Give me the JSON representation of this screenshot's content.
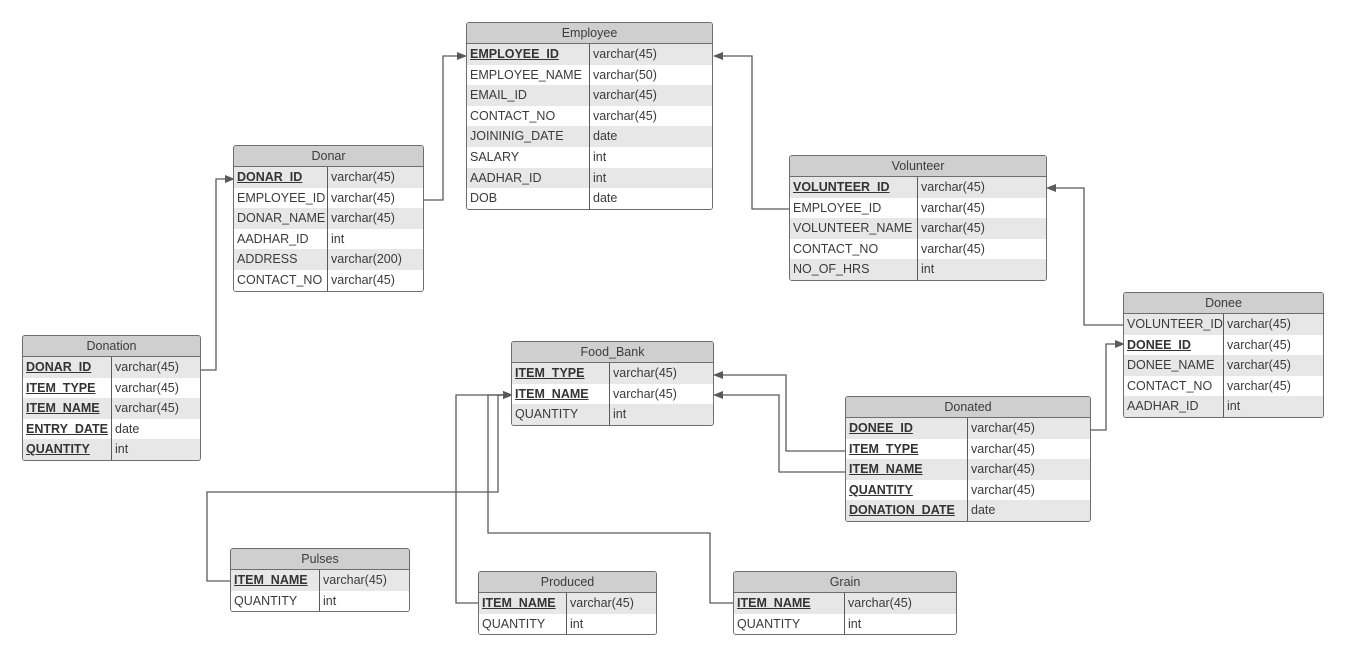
{
  "entities": [
    {
      "key": "employee",
      "title": "Employee",
      "fields": [
        {
          "name": "EMPLOYEE_ID",
          "type": "varchar(45)",
          "key": true
        },
        {
          "name": "EMPLOYEE_NAME",
          "type": "varchar(50)",
          "key": false
        },
        {
          "name": "EMAIL_ID",
          "type": "varchar(45)",
          "key": false
        },
        {
          "name": "CONTACT_NO",
          "type": "varchar(45)",
          "key": false
        },
        {
          "name": "JOININIG_DATE",
          "type": "date",
          "key": false
        },
        {
          "name": "SALARY",
          "type": "int",
          "key": false
        },
        {
          "name": "AADHAR_ID",
          "type": "int",
          "key": false
        },
        {
          "name": "DOB",
          "type": "date",
          "key": false
        }
      ]
    },
    {
      "key": "donar",
      "title": "Donar",
      "fields": [
        {
          "name": "DONAR_ID",
          "type": "varchar(45)",
          "key": true
        },
        {
          "name": "EMPLOYEE_ID",
          "type": "varchar(45)",
          "key": false
        },
        {
          "name": "DONAR_NAME",
          "type": "varchar(45)",
          "key": false
        },
        {
          "name": "AADHAR_ID",
          "type": "int",
          "key": false
        },
        {
          "name": "ADDRESS",
          "type": "varchar(200)",
          "key": false
        },
        {
          "name": "CONTACT_NO",
          "type": "varchar(45)",
          "key": false
        }
      ]
    },
    {
      "key": "volunteer",
      "title": "Volunteer",
      "fields": [
        {
          "name": "VOLUNTEER_ID",
          "type": "varchar(45)",
          "key": true
        },
        {
          "name": "EMPLOYEE_ID",
          "type": "varchar(45)",
          "key": false
        },
        {
          "name": "VOLUNTEER_NAME",
          "type": "varchar(45)",
          "key": false
        },
        {
          "name": "CONTACT_NO",
          "type": "varchar(45)",
          "key": false
        },
        {
          "name": "NO_OF_HRS",
          "type": "int",
          "key": false
        }
      ]
    },
    {
      "key": "donee",
      "title": "Donee",
      "fields": [
        {
          "name": "VOLUNTEER_ID",
          "type": "varchar(45)",
          "key": false
        },
        {
          "name": "DONEE_ID",
          "type": "varchar(45)",
          "key": true
        },
        {
          "name": "DONEE_NAME",
          "type": "varchar(45)",
          "key": false
        },
        {
          "name": "CONTACT_NO",
          "type": "varchar(45)",
          "key": false
        },
        {
          "name": "AADHAR_ID",
          "type": "int",
          "key": false
        }
      ]
    },
    {
      "key": "donation",
      "title": "Donation",
      "fields": [
        {
          "name": "DONAR_ID",
          "type": "varchar(45)",
          "key": true
        },
        {
          "name": "ITEM_TYPE",
          "type": "varchar(45)",
          "key": true
        },
        {
          "name": "ITEM_NAME",
          "type": "varchar(45)",
          "key": true
        },
        {
          "name": "ENTRY_DATE",
          "type": "date",
          "key": true
        },
        {
          "name": "QUANTITY",
          "type": "int",
          "key": true
        }
      ]
    },
    {
      "key": "food-bank",
      "title": "Food_Bank",
      "fields": [
        {
          "name": "ITEM_TYPE",
          "type": "varchar(45)",
          "key": true
        },
        {
          "name": "ITEM_NAME",
          "type": "varchar(45)",
          "key": true
        },
        {
          "name": "QUANTITY",
          "type": "int",
          "key": false
        }
      ]
    },
    {
      "key": "donated",
      "title": "Donated",
      "fields": [
        {
          "name": "DONEE_ID",
          "type": "varchar(45)",
          "key": true
        },
        {
          "name": "ITEM_TYPE",
          "type": "varchar(45)",
          "key": true
        },
        {
          "name": "ITEM_NAME",
          "type": "varchar(45)",
          "key": true
        },
        {
          "name": "QUANTITY",
          "type": "varchar(45)",
          "key": true
        },
        {
          "name": "DONATION_DATE",
          "type": "date",
          "key": true
        }
      ]
    },
    {
      "key": "pulses",
      "title": "Pulses",
      "fields": [
        {
          "name": "ITEM_NAME",
          "type": "varchar(45)",
          "key": true
        },
        {
          "name": "QUANTITY",
          "type": "int",
          "key": false
        }
      ]
    },
    {
      "key": "produced",
      "title": "Produced",
      "fields": [
        {
          "name": "ITEM_NAME",
          "type": "varchar(45)",
          "key": true
        },
        {
          "name": "QUANTITY",
          "type": "int",
          "key": false
        }
      ]
    },
    {
      "key": "grain",
      "title": "Grain",
      "fields": [
        {
          "name": "ITEM_NAME",
          "type": "varchar(45)",
          "key": true
        },
        {
          "name": "QUANTITY",
          "type": "int",
          "key": false
        }
      ]
    }
  ],
  "relationships": [
    {
      "from": "donar",
      "to": "employee"
    },
    {
      "from": "volunteer",
      "to": "employee"
    },
    {
      "from": "donee",
      "to": "volunteer"
    },
    {
      "from": "donation",
      "to": "donar"
    },
    {
      "from": "donated",
      "to": "donee"
    },
    {
      "from": "donated",
      "to": "food-bank"
    },
    {
      "from": "donated",
      "to": "food-bank"
    },
    {
      "from": "pulses",
      "to": "food-bank"
    },
    {
      "from": "produced",
      "to": "food-bank"
    },
    {
      "from": "grain",
      "to": "food-bank"
    }
  ],
  "colors": {
    "header_bg": "#cfcfcf",
    "row_alt_bg": "#e7e7e7",
    "border": "#6e6e6e",
    "connector": "#5a5a5a"
  }
}
